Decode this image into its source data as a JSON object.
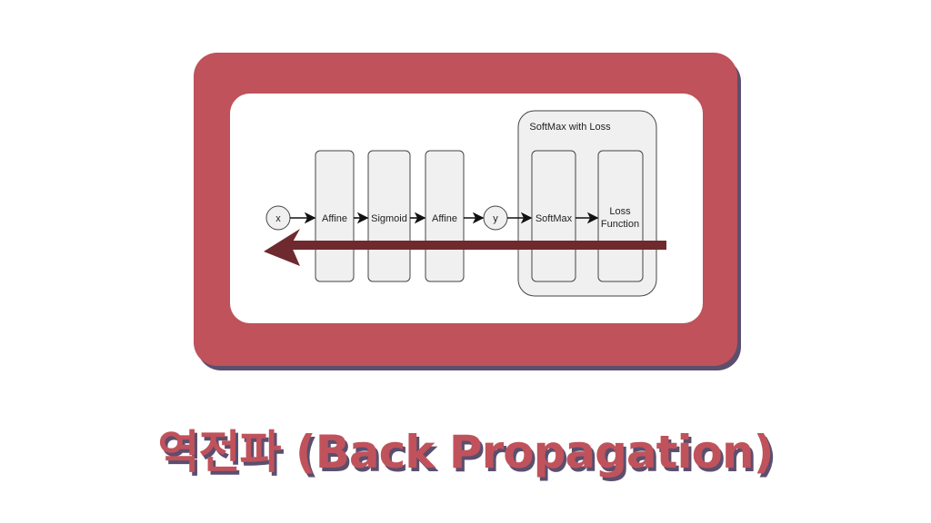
{
  "diagram": {
    "input_node": "x",
    "layers": [
      "Affine",
      "Sigmoid",
      "Affine"
    ],
    "output_node": "y",
    "group_title": "SoftMax with Loss",
    "group_layers": [
      "SoftMax",
      "Loss",
      "Function"
    ],
    "backward_arrow_color": "#6e2a2e"
  },
  "title": "역전파 (Back Propagation)",
  "colors": {
    "frame": "#bf525a",
    "shadow": "#5b4f6d"
  }
}
